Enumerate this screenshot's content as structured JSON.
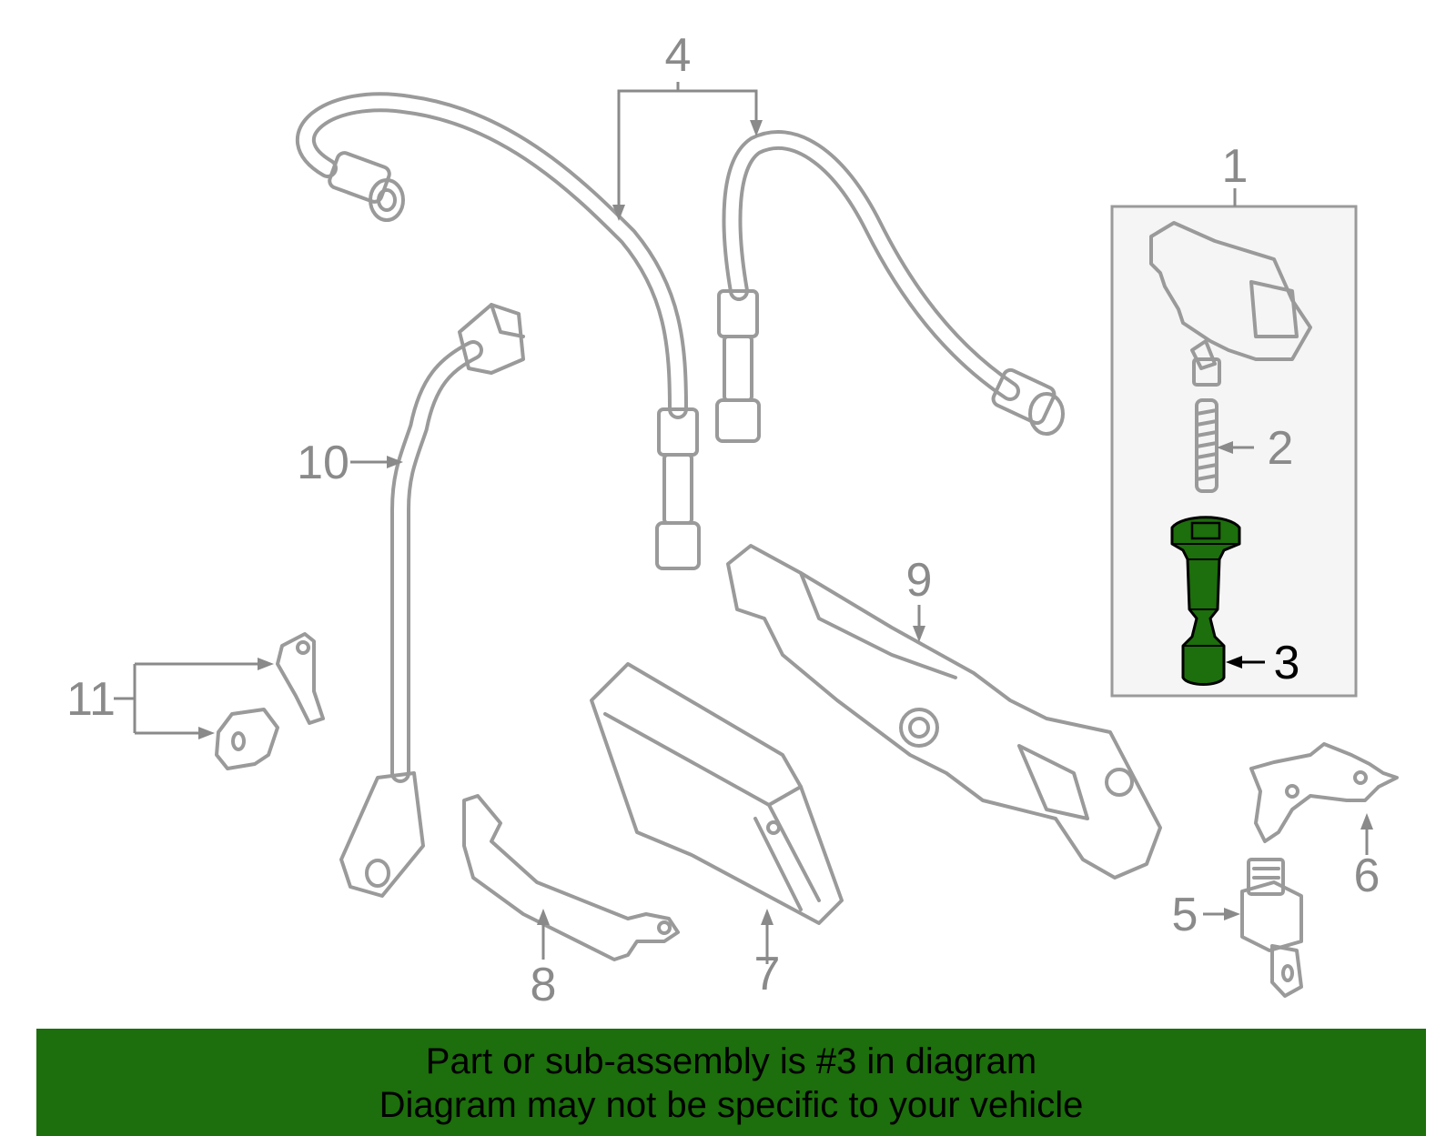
{
  "callouts": {
    "c1": "1",
    "c2": "2",
    "c3": "3",
    "c4": "4",
    "c5": "5",
    "c6": "6",
    "c7": "7",
    "c8": "8",
    "c9": "9",
    "c10": "10",
    "c11": "11"
  },
  "highlighted_part": "3",
  "colors": {
    "highlight": "#1d6e0c",
    "line": "#9a9a9a",
    "banner": "#1d6e0c",
    "inset_bg": "#f5f5f5"
  },
  "banner": {
    "line1": "Part or sub-assembly is #3 in diagram",
    "line2": "Diagram may not be specific to your vehicle"
  }
}
